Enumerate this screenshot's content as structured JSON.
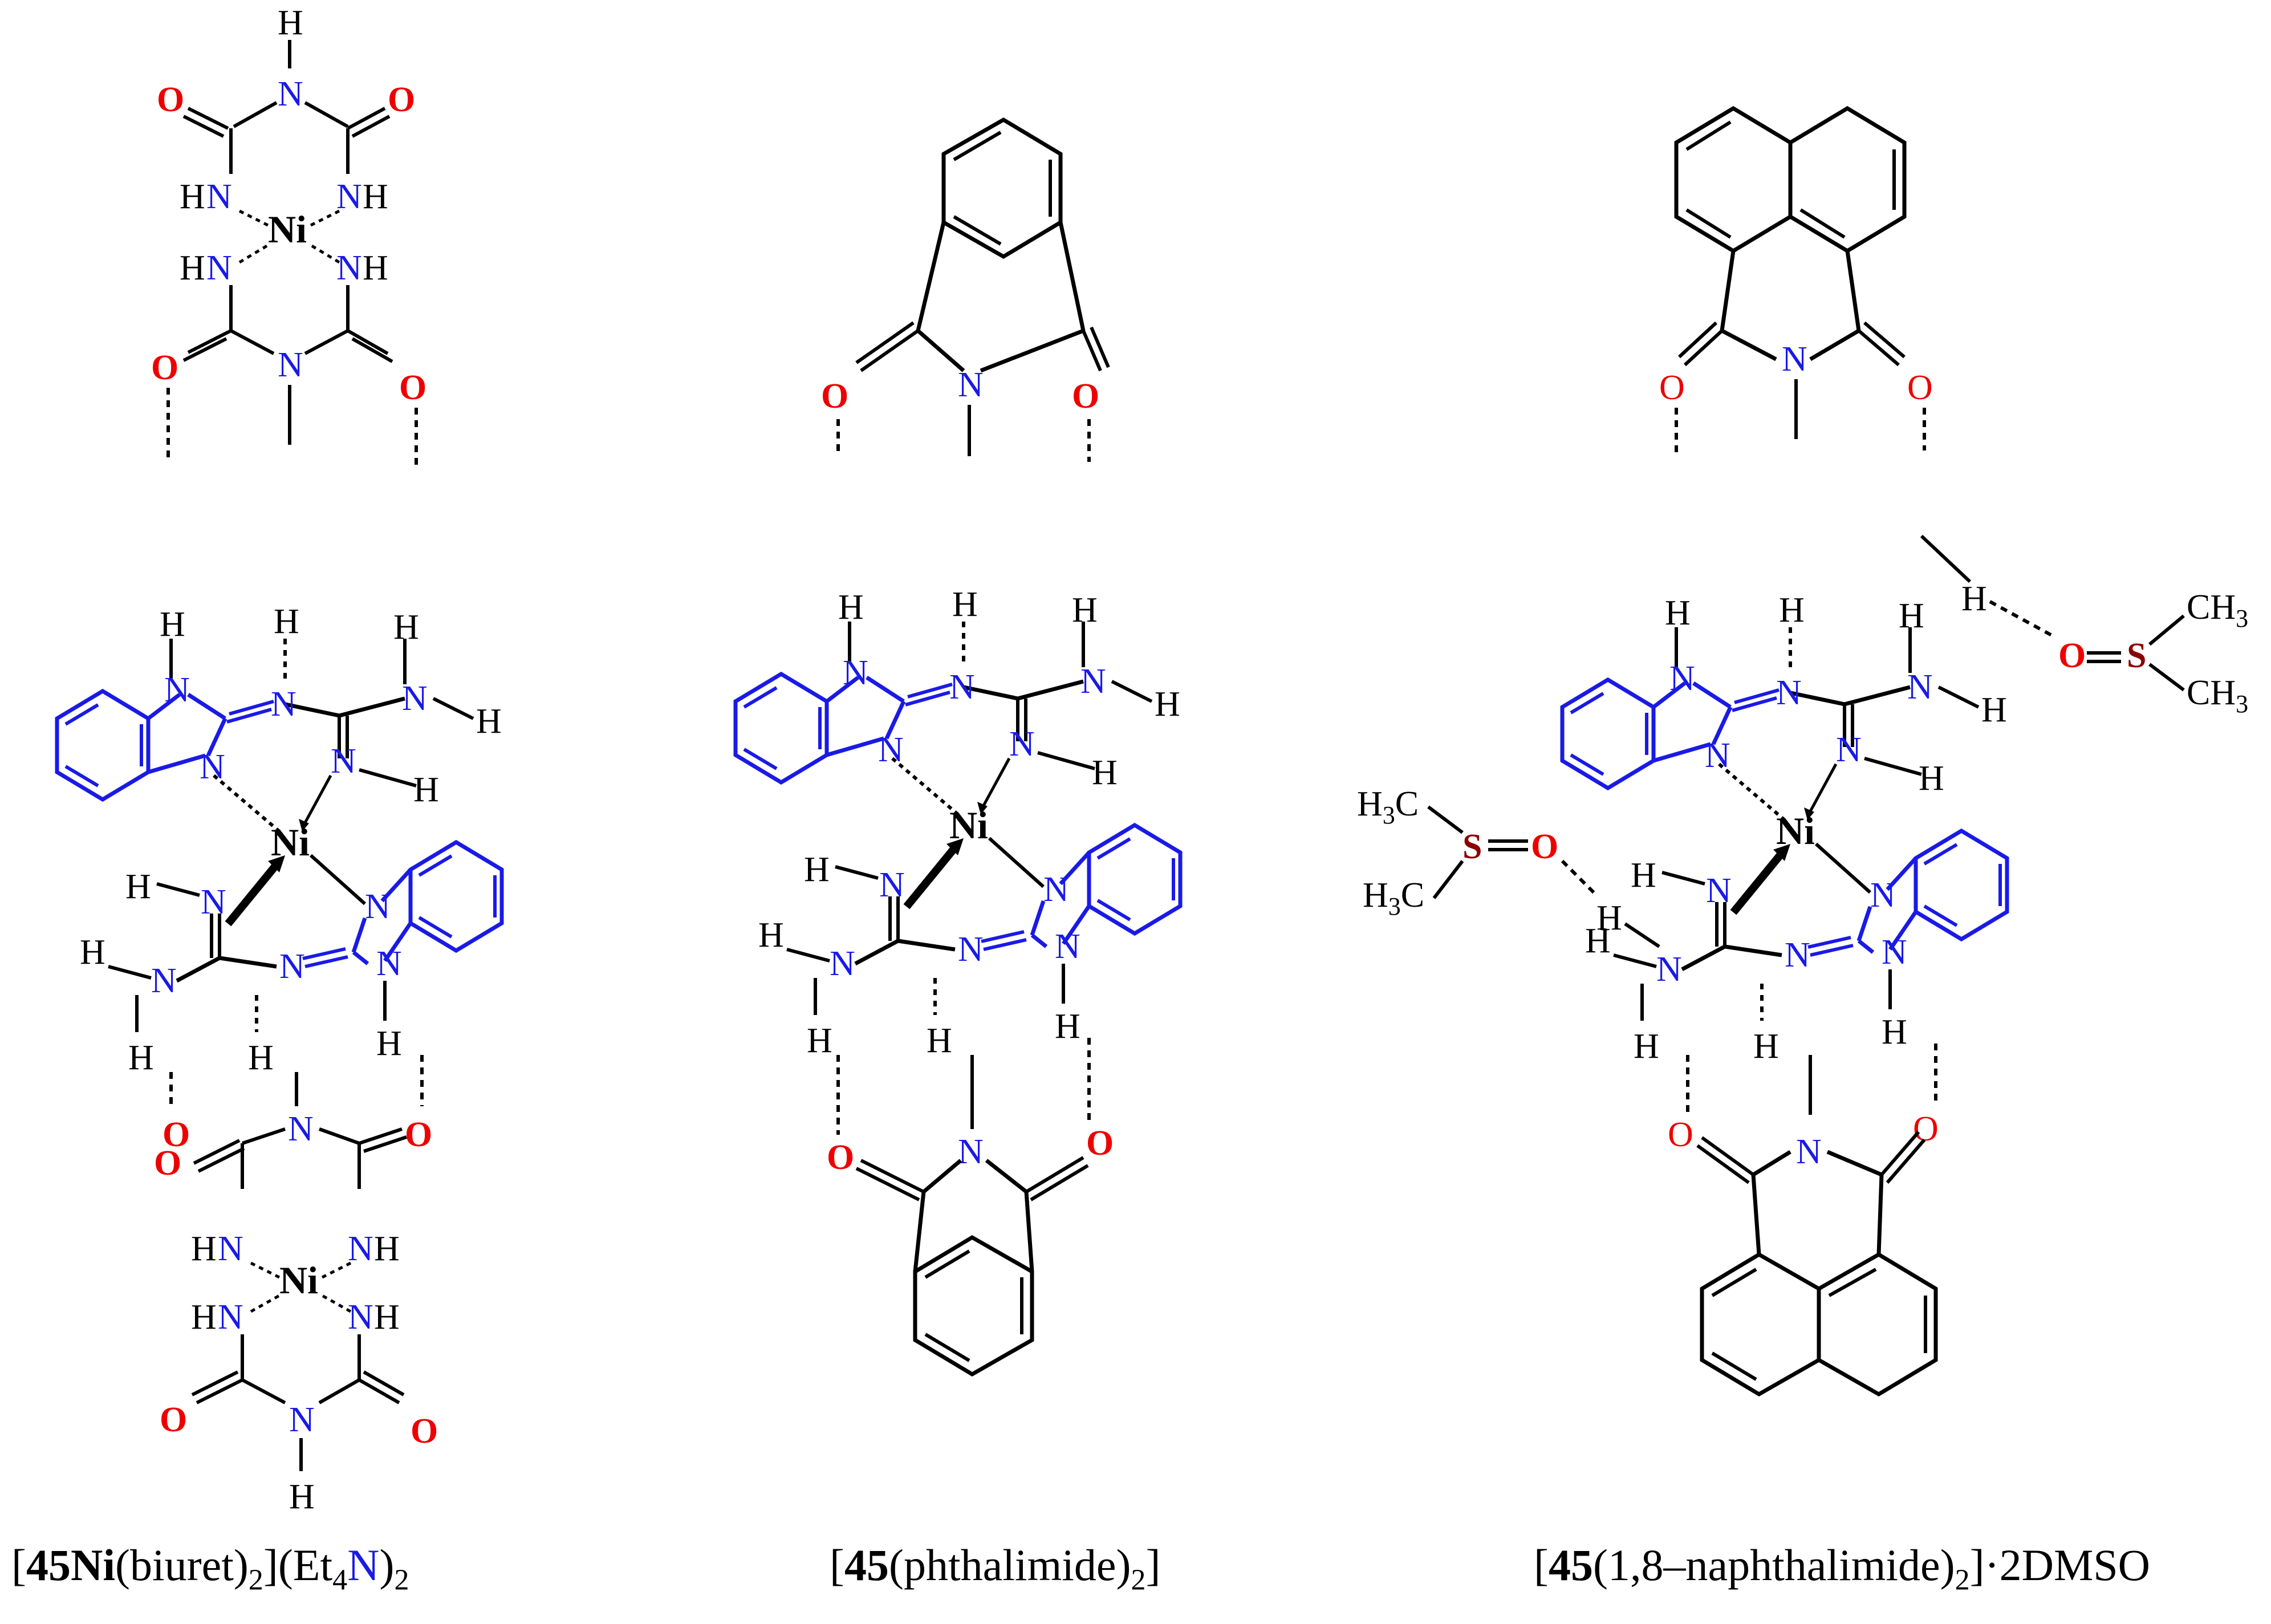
{
  "colors": {
    "bond": "#000000",
    "nitrogen": "#1a1ae6",
    "oxygen": "#ee0000",
    "sulfur": "#8b0000",
    "backbone": "#1a1ae6"
  },
  "atoms": {
    "H": "H",
    "N": "N",
    "O": "O",
    "Ni": "Ni",
    "S": "S",
    "HN": "HN",
    "NH": "NH",
    "H3C": "H3C",
    "CH3": "CH3"
  },
  "captions": {
    "c1": {
      "bold": "45Ni",
      "a": "(biuret)",
      "sub1": "2",
      "b": "](Et",
      "sub2": "4",
      "n": "N",
      ")": ")",
      "sub3": "2"
    },
    "c2": {
      "bold": "45",
      "a": "(phthalimide)",
      "sub1": "2"
    },
    "c3": {
      "bold": "45",
      "a": "(1,8–naphthalimide)",
      "sub1": "2",
      "tail": "·2DMSO"
    }
  }
}
